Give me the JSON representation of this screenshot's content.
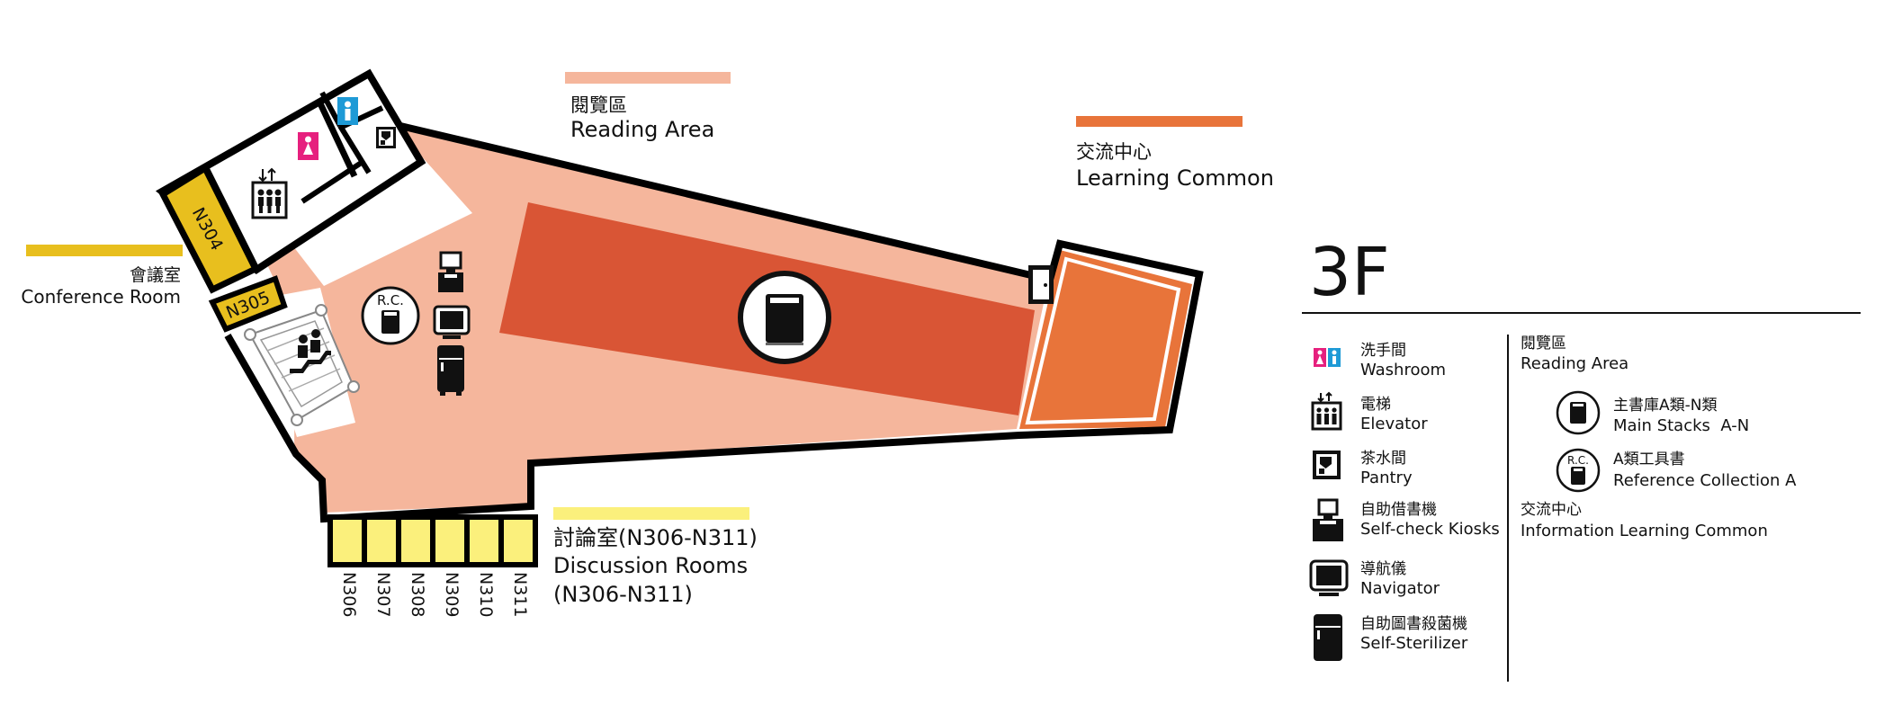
{
  "floor": {
    "label": "3F"
  },
  "colors": {
    "reading_area": "#f5b69c",
    "main_stacks": "#d95535",
    "learning_common": "#e8743a",
    "conference": "#e8bf1e",
    "discussion": "#fbf07c",
    "washroom_women": "#e6207e",
    "washroom_men": "#1e9ad6",
    "outline": "#000000"
  },
  "map_labels": {
    "reading_area": {
      "zh": "閱覽區",
      "en": "Reading Area"
    },
    "learning_common": {
      "zh": "交流中心",
      "en": "Learning Common"
    },
    "conference": {
      "zh": "會議室",
      "en": "Conference Room"
    },
    "discussion": {
      "zh": "討論室(N306-N311)",
      "en1": "Discussion Rooms",
      "en2": "(N306-N311)"
    },
    "rc_badge": "R.C."
  },
  "rooms": {
    "conference_room": "N304",
    "small_room": "N305",
    "discussion": [
      "N306",
      "N307",
      "N308",
      "N309",
      "N310",
      "N311"
    ]
  },
  "legend": {
    "left": [
      {
        "icon": "washroom-icon",
        "zh": "洗手間",
        "en": "Washroom"
      },
      {
        "icon": "elevator-icon",
        "zh": "電梯",
        "en": "Elevator"
      },
      {
        "icon": "pantry-icon",
        "zh": "茶水間",
        "en": "Pantry"
      },
      {
        "icon": "self-check-kiosk-icon",
        "zh": "自助借書機",
        "en": "Self-check Kiosks"
      },
      {
        "icon": "navigator-icon",
        "zh": "導航儀",
        "en": "Navigator"
      },
      {
        "icon": "self-sterilizer-icon",
        "zh": "自助圖書殺菌機",
        "en": "Self-Sterilizer"
      }
    ],
    "right": {
      "reading_area": {
        "zh": "閱覽區",
        "en": "Reading Area"
      },
      "main_stacks": {
        "icon": "book-icon",
        "zh": "主書庫A類-N類",
        "en": "Main Stacks  A-N"
      },
      "reference": {
        "icon": "reference-book-icon",
        "badge": "R.C.",
        "zh": "A類工具書",
        "en": "Reference Collection A"
      },
      "learning_common": {
        "zh": "交流中心",
        "en": "Information Learning Common"
      }
    }
  }
}
